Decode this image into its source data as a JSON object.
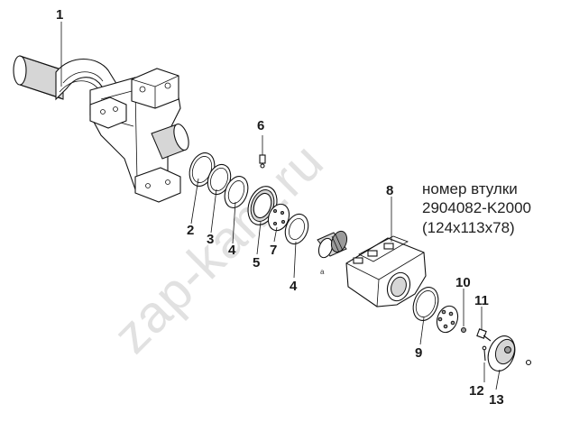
{
  "callouts": [
    {
      "id": "c1",
      "label": "1"
    },
    {
      "id": "c2",
      "label": "2"
    },
    {
      "id": "c3",
      "label": "3"
    },
    {
      "id": "c4a",
      "label": "4"
    },
    {
      "id": "c5",
      "label": "5"
    },
    {
      "id": "c6",
      "label": "6"
    },
    {
      "id": "c7",
      "label": "7"
    },
    {
      "id": "c4b",
      "label": "4"
    },
    {
      "id": "c8",
      "label": "8"
    },
    {
      "id": "c9",
      "label": "9"
    },
    {
      "id": "c10",
      "label": "10"
    },
    {
      "id": "c11",
      "label": "11"
    },
    {
      "id": "c12",
      "label": "12"
    },
    {
      "id": "c13",
      "label": "13"
    }
  ],
  "small_mark": "a",
  "note": {
    "line1": "номер втулки",
    "line2": "2904082-K2000",
    "line3": "(124x113x78)"
  },
  "watermark": "zap-kam.ru"
}
